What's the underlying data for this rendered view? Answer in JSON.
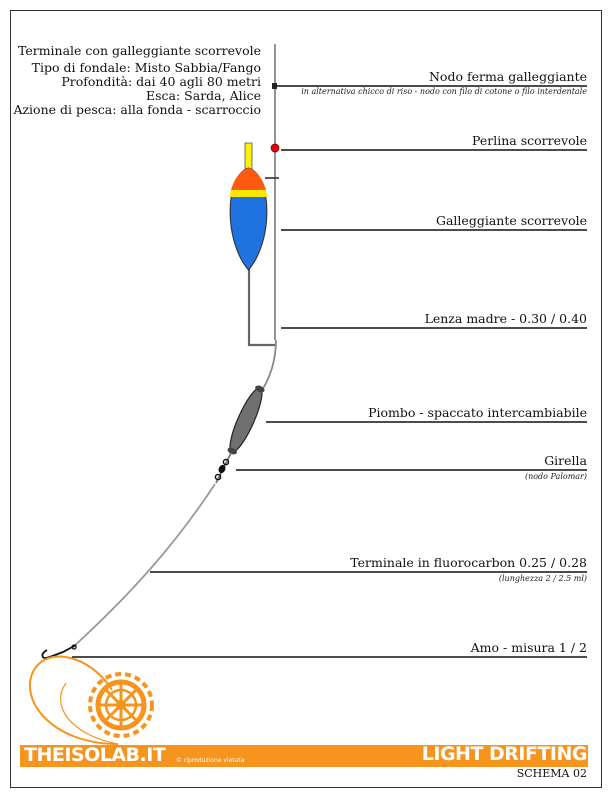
{
  "info": {
    "title": "Terminale con galleggiante scorrevole",
    "line1": "Tipo di fondale: Misto Sabbia/Fango",
    "line2": "Profondità: dai 40 agli 80 metri",
    "line3": "Esca: Sarda, Alice",
    "line4": "Azione di pesca: alla fonda - scarroccio"
  },
  "labels": {
    "nodo": "Nodo ferma galleggiante",
    "nodo_sub": "in alternativa chicco di riso - nodo con filo di cotone o filo interdentale",
    "perlina": "Perlina scorrevole",
    "galleggiante": "Galleggiante scorrevole",
    "lenza": "Lenza madre - 0.30 / 0.40",
    "piombo": "Piombo - spaccato intercambiabile",
    "girella": "Girella",
    "girella_sub": "(nodo Palomar)",
    "terminale": "Terminale in fluorocarbon 0.25 / 0.28",
    "terminale_sub": "(lunghezza 2 / 2.5 ml)",
    "amo": "Amo - misura 1 / 2"
  },
  "footer": {
    "brand": "THEISOLAB.IT",
    "copyright": "© riproduzione vietata",
    "title": "LIGHT DRIFTING",
    "schema": "SCHEMA 02"
  },
  "colors": {
    "accent": "#f7941d",
    "float_blue": "#1f73e0",
    "float_orange": "#ff5a10",
    "float_yellow": "#ffe800",
    "bead_red": "#e8000d"
  }
}
